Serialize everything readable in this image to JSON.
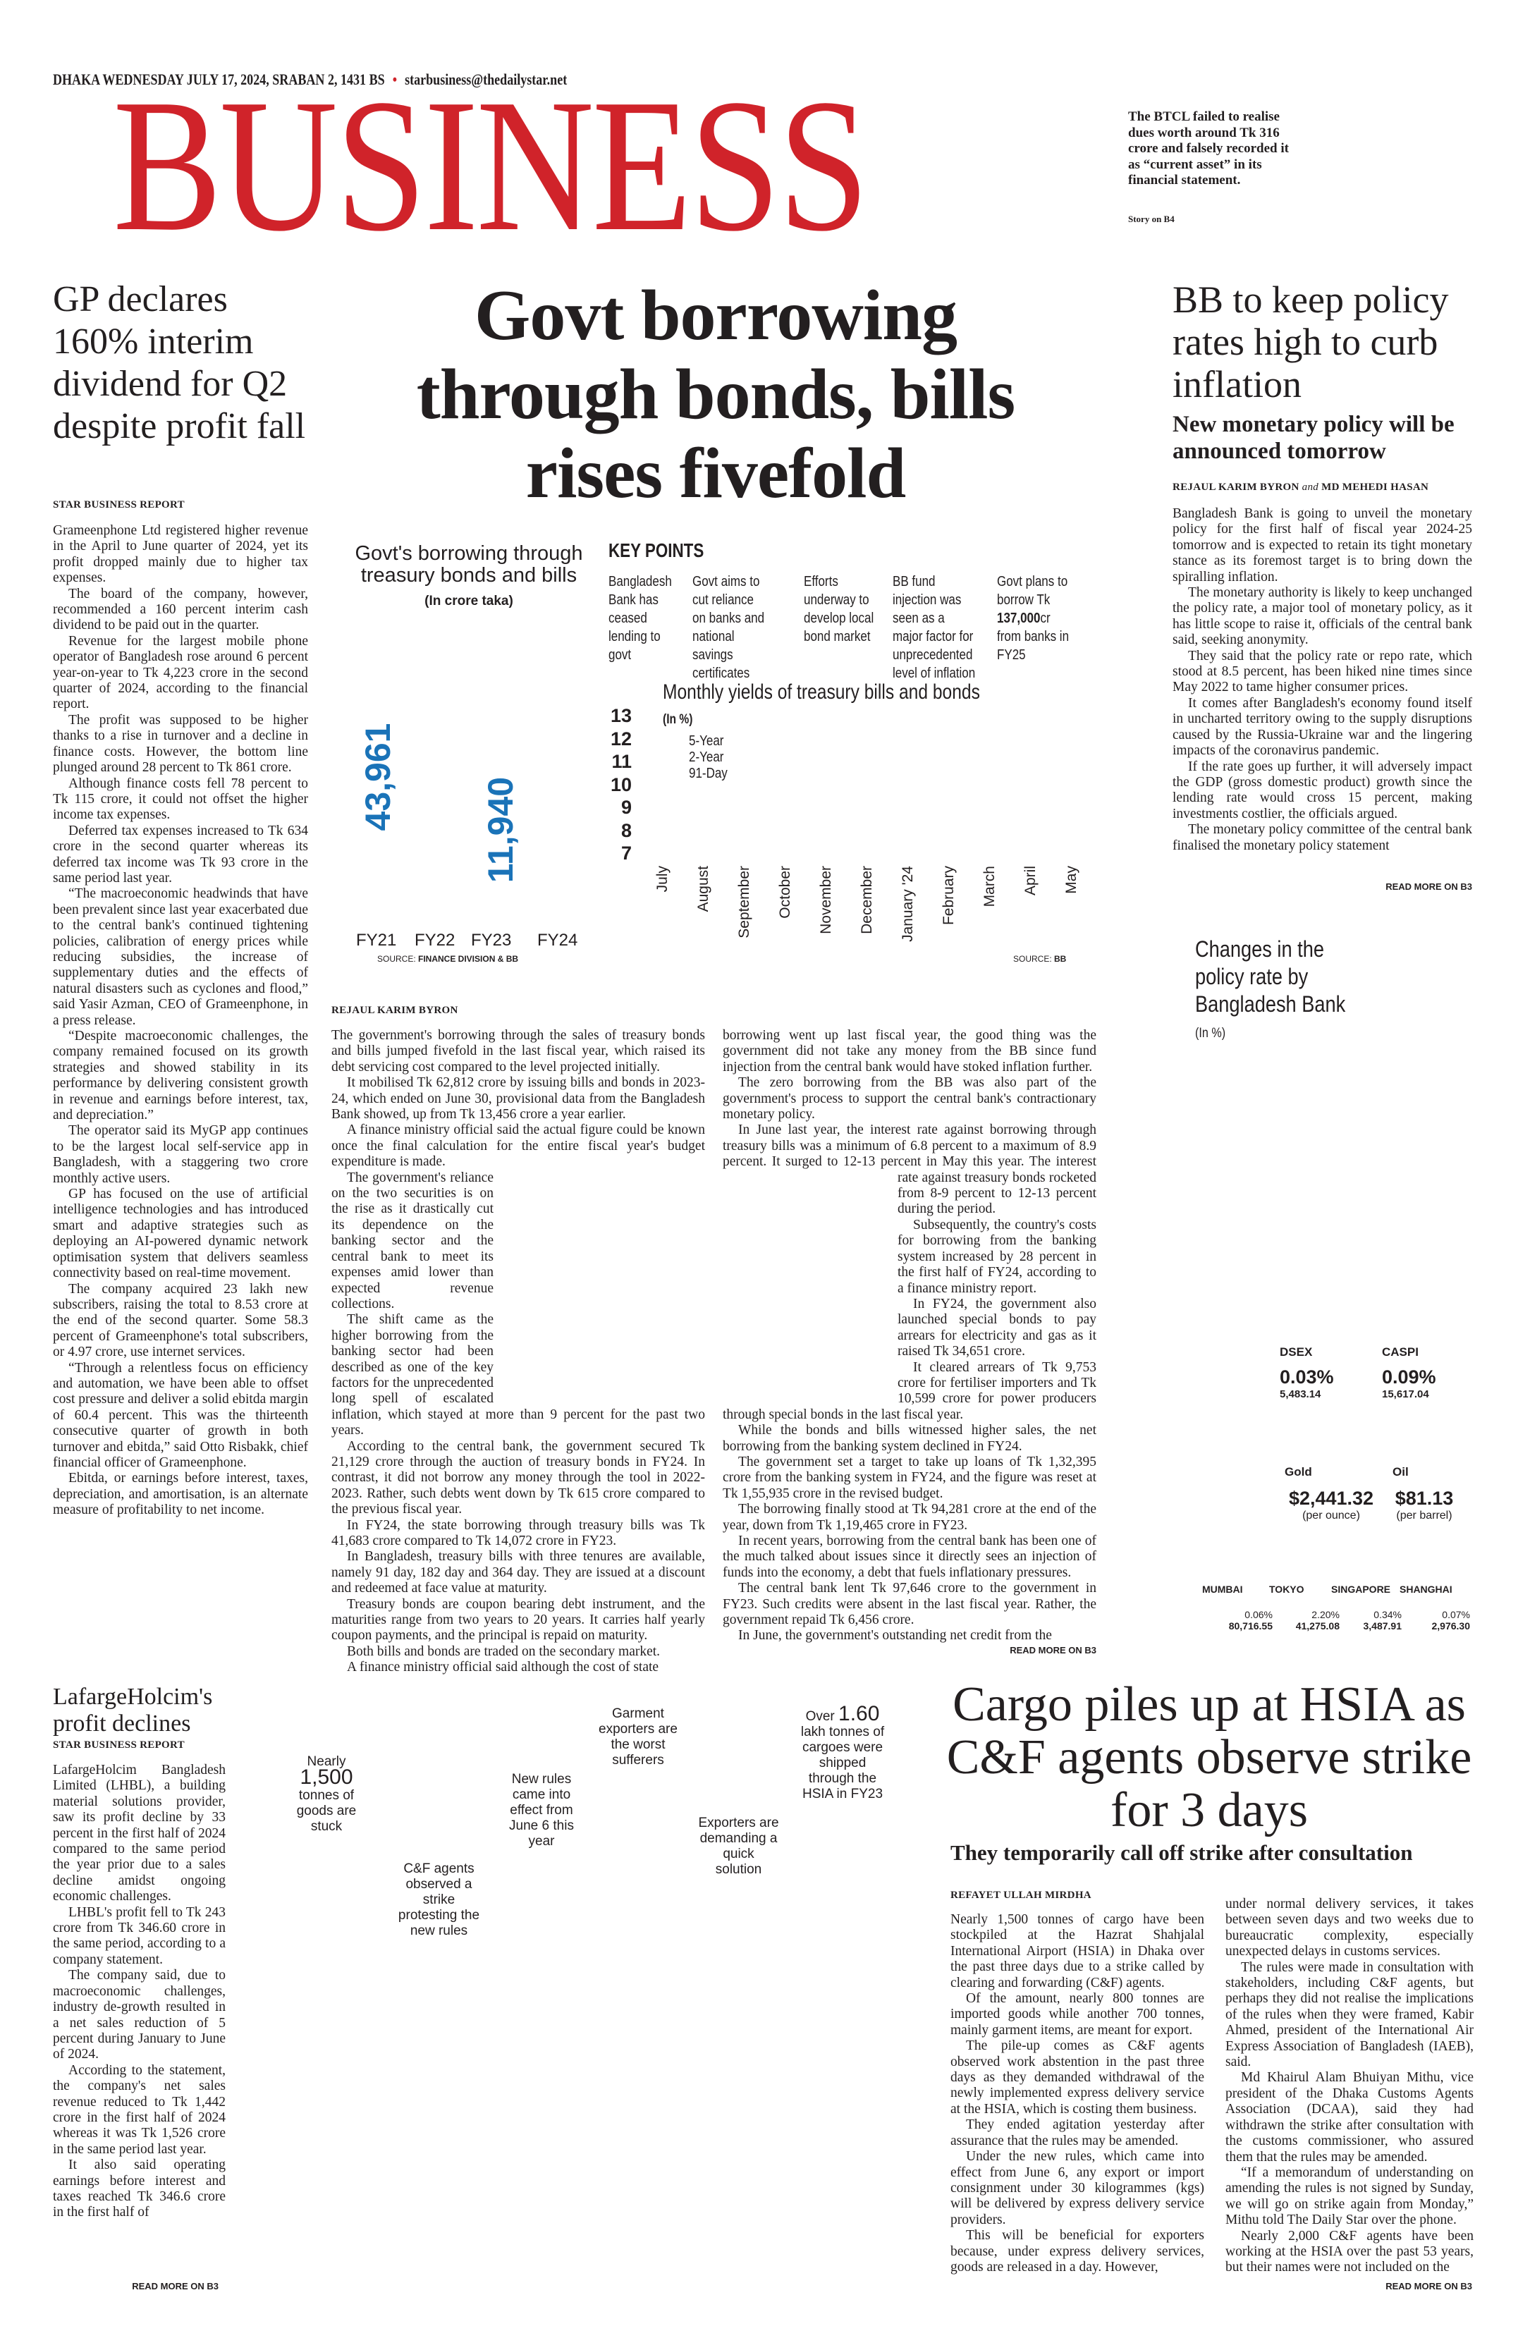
{
  "masthead": {
    "dateline": "DHAKA WEDNESDAY JULY 17, 2024, SRABAN 2, 1431 BS",
    "email": "starbusiness@thedailystar.net",
    "section": "BUSINESS",
    "teaser": "The BTCL failed to realise dues worth around Tk 316 crore and falsely recorded it as “current asset” in its financial statement.",
    "teaser_ref": "Story on B4",
    "brand_color": "#d0232a"
  },
  "gp": {
    "headline": "GP declares 160% interim dividend for Q2 despite profit fall",
    "byline": "STAR BUSINESS REPORT",
    "paragraphs": [
      "Grameenphone Ltd registered higher revenue in the April to June quarter of 2024, yet its profit dropped mainly due to higher tax expenses.",
      "The board of the company, however, recommended a 160 percent interim cash dividend to be paid out in the quarter.",
      "Revenue for the largest mobile phone operator of Bangladesh rose around 6 percent year-on-year to Tk 4,223 crore in the second quarter of 2024, according to the financial report.",
      "The profit was supposed to be higher thanks to a rise in turnover and a decline in finance costs. However, the bottom line plunged around 28 percent to Tk 861 crore.",
      "Although finance costs fell 78 percent to Tk 115 crore, it could not offset the higher income tax expenses.",
      "Deferred tax expenses increased to Tk 634 crore in the second quarter whereas its deferred tax income was Tk 93 crore in the same period last year.",
      "“The macroeconomic headwinds that have been prevalent since last year exacerbated due to the central bank's continued tightening policies, calibration of energy prices while reducing subsidies, the increase of supplementary duties and the effects of natural disasters such as cyclones and flood,” said Yasir Azman, CEO of Grameenphone, in a press release.",
      "“Despite macroeconomic challenges, the company remained focused on its growth strategies and showed stability in its performance by delivering consistent growth in revenue and earnings before interest, tax, and depreciation.”",
      "The operator said its MyGP app continues to be the largest local self-service app in Bangladesh, with a staggering two crore monthly active users.",
      "GP has focused on the use of artificial intelligence technologies and has introduced smart and adaptive strategies such as deploying an AI-powered dynamic network optimisation system that delivers seamless connectivity based on real-time movement.",
      "The company acquired 23 lakh new subscribers, raising the total to 8.53 crore at the end of the second quarter. Some 58.3 percent of Grameenphone's total subscribers, or 4.97 crore, use internet services.",
      "“Through a relentless focus on efficiency and automation, we have been able to offset cost pressure and deliver a solid ebitda margin of 60.4 percent. This was the thirteenth consecutive quarter of growth in both turnover and ebitda,” said Otto Risbakk, chief financial officer of Grameenphone.",
      "Ebitda, or earnings before interest, taxes, depreciation, and amortisation, is an alternate measure of profitability to net income."
    ]
  },
  "lead": {
    "headline_lines": [
      "Govt borrowing",
      "through bonds, bills",
      "rises fivefold"
    ],
    "byline": "REJAUL KARIM BYRON",
    "read_more": "READ MORE ON B3",
    "col1": [
      "The government's borrowing through the sales of treasury bonds and bills jumped fivefold in the last fiscal year, which raised its debt servicing cost compared to the level projected initially.",
      "It mobilised Tk 62,812 crore by issuing bills and bonds in 2023-24, which ended on June 30, provisional data from the Bangladesh Bank showed, up from Tk 13,456 crore a year earlier.",
      "A finance ministry official said the actual figure could be known once the final calculation for the entire fiscal year's budget expenditure is made.",
      "The government's reliance on the two securities is on the rise as it drastically cut its dependence on the banking sector and the central bank to meet its expenses amid lower than expected revenue collections.",
      "The shift came as the higher borrowing from the banking sector had been described as one of the key factors for the unprecedented long spell of escalated inflation, which stayed at more than 9 percent for the past two years.",
      "According to the central bank, the government secured Tk 21,129 crore through the auction of treasury bonds in FY24. In contrast, it did not borrow any money through the tool in 2022-2023. Rather, such debts went down by Tk 615 crore compared to the previous fiscal year.",
      "In FY24, the state borrowing through treasury bills was Tk 41,683 crore compared to Tk 14,072 crore in FY23.",
      "In Bangladesh, treasury bills with three tenures are available, namely 91 day, 182 day and 364 day. They are issued at a discount and redeemed at face value at maturity.",
      "Treasury bonds are coupon bearing debt instrument, and the maturities range from two years to 20 years. It carries half yearly coupon payments, and the principal is repaid on maturity.",
      "Both bills and bonds are traded on the secondary market.",
      "A finance ministry official said although the cost of state"
    ],
    "col2": [
      "borrowing went up last fiscal year, the good thing was the government did not take any money from the BB since fund injection from the central bank would have stoked inflation further.",
      "The zero borrowing from the BB was also part of the government's process to support the central bank's contractionary monetary policy.",
      "In June last year, the interest rate against borrowing through treasury bills was a minimum of 6.8 percent to a maximum of 8.9 percent. It surged to 12-13 percent in May this year. The interest rate against treasury bonds rocketed from 8-9 percent to 12-13 percent during the period.",
      "Subsequently, the country's costs for borrowing from the banking system increased by 28 percent in the first half of FY24, according to a finance ministry report.",
      "In FY24, the government also launched special bonds to pay arrears for electricity and gas as it raised Tk 34,651 crore.",
      "It cleared arrears of Tk 9,753 crore for fertiliser importers and Tk 10,599 crore for power producers through special bonds in the last fiscal year.",
      "While the bonds and bills witnessed higher sales, the net borrowing from the banking system declined in FY24.",
      "The government set a target to take up loans of Tk 1,32,395 crore from the banking system in FY24, and the figure was reset at Tk 1,55,935 crore in the revised budget.",
      "The borrowing finally stood at Tk 94,281 crore at the end of the year, down from Tk 1,19,465 crore in FY23.",
      "In recent years, borrowing from the central bank has been one of the much talked about issues since it directly sees an injection of funds into the economy, a debt that fuels inflationary pressures.",
      "The central bank lent Tk 97,646 crore to the government in FY23. Such credits were absent in the last fiscal year. Rather, the government repaid Tk 6,456 crore.",
      "In June, the government's outstanding net credit from the"
    ]
  },
  "key_points": {
    "title": "KEY POINTS",
    "items": [
      "Bangladesh Bank has ceased lending to govt",
      "Govt aims to cut reliance on banks and national savings certificates",
      "Efforts underway to develop local bond market",
      "BB fund injection was seen as a major factor for unprecedented level of inflation"
    ],
    "last_pre": "Govt plans to borrow Tk ",
    "last_bold": "137,000",
    "last_post": "cr from banks in FY25"
  },
  "chart_data": [
    {
      "type": "bar",
      "title": "Govt's borrowing through treasury bonds and bills",
      "subtitle": "(In crore taka)",
      "categories": [
        "FY21",
        "FY22",
        "FY23",
        "FY24"
      ],
      "values": [
        43961,
        null,
        11940,
        null
      ],
      "value_labels": [
        "43,961",
        "11,940"
      ],
      "source_label": "SOURCE: ",
      "source": "FINANCE DIVISION & BB",
      "bar_color": "#1a73b8"
    },
    {
      "type": "line",
      "title": "Monthly yields of treasury bills and bonds",
      "subtitle": "(In %)",
      "x": [
        "July",
        "August",
        "September",
        "October",
        "November",
        "December",
        "January '24",
        "February",
        "March",
        "April",
        "May"
      ],
      "yticks": [
        "13",
        "12",
        "11",
        "10",
        "9",
        "8",
        "7"
      ],
      "ylim": [
        7,
        13
      ],
      "series": [
        {
          "name": "5-Year",
          "values": []
        },
        {
          "name": "2-Year",
          "values": []
        },
        {
          "name": "91-Day",
          "values": []
        }
      ],
      "source_label": "SOURCE: ",
      "source": "BB"
    },
    {
      "type": "line",
      "title": "Changes in the policy rate by Bangladesh Bank",
      "subtitle": "(In %)"
    }
  ],
  "bb": {
    "headline": "BB to keep policy rates high to curb inflation",
    "subhead": "New monetary policy will be announced tomorrow",
    "byline_a": "REJAUL KARIM BYRON",
    "byline_and": "and",
    "byline_b": "MD MEHEDI HASAN",
    "read_more": "READ MORE ON B3",
    "paragraphs": [
      "Bangladesh Bank is going to unveil the monetary policy for the first half of fiscal year 2024-25 tomorrow and is expected to retain its tight monetary stance as its foremost target is to bring down the spiralling inflation.",
      "The monetary authority is likely to keep unchanged the policy rate, a major tool of monetary policy, as it has little scope to raise it, officials of the central bank said, seeking anonymity.",
      "They said that the policy rate or repo rate, which stood at 8.5 percent, has been hiked nine times since May 2022 to tame higher consumer prices.",
      "It comes after Bangladesh's economy found itself in uncharted territory owing to the supply disruptions caused by the Russia-Ukraine war and the lingering impacts of the coronavirus pandemic.",
      "If the rate goes up further, it will adversely impact the GDP (gross domestic product) growth since the lending rate would cross 15 percent, making investments costlier, the officials argued.",
      "The monetary policy committee of the central bank finalised the monetary policy statement"
    ]
  },
  "markets": {
    "dsex": {
      "label": "DSEX",
      "change": "0.03%",
      "value": "5,483.14"
    },
    "caspi": {
      "label": "CASPI",
      "change": "0.09%",
      "value": "15,617.04"
    },
    "gold": {
      "label": "Gold",
      "price": "$2,441.32",
      "unit": "(per ounce)"
    },
    "oil": {
      "label": "Oil",
      "price": "$81.13",
      "unit": "(per barrel)"
    },
    "asia": [
      {
        "label": "MUMBAI",
        "change": "0.06%",
        "value": "80,716.55"
      },
      {
        "label": "TOKYO",
        "change": "2.20%",
        "value": "41,275.08"
      },
      {
        "label": "SINGAPORE",
        "change": "0.34%",
        "value": "3,487.91"
      },
      {
        "label": "SHANGHAI",
        "change": "0.07%",
        "value": "2,976.30"
      }
    ]
  },
  "lafarge": {
    "headline": "LafargeHolcim's profit declines",
    "byline": "STAR BUSINESS REPORT",
    "read_more": "READ MORE ON B3",
    "paragraphs": [
      "LafargeHolcim Bangladesh Limited (LHBL), a building material solutions provider, saw its profit decline by 33 percent in the first half of 2024 compared to the same period the year prior due to a sales decline amidst ongoing economic challenges.",
      "LHBL's profit fell to Tk 243 crore from Tk 346.60 crore in the same period, according to a company statement.",
      "The company said, due to macroeconomic challenges, industry de-growth resulted in a net sales reduction of 5 percent during January to June of 2024.",
      "According to the statement, the company's net sales revenue reduced to Tk 1,442 crore in the first half of 2024 whereas it was Tk 1,526 crore in the same period last year.",
      "It also said operating earnings before interest and taxes reached Tk 346.6 crore in the first half of"
    ]
  },
  "callouts": {
    "c1_pre": "Nearly ",
    "c1_big": "1,500",
    "c1_post": " tonnes of goods are stuck",
    "c2": "C&F agents observed a strike protesting the new rules",
    "c3": "New rules came into effect from June 6 this year",
    "c4": "Garment exporters are the worst sufferers",
    "c5": "Exporters are demanding a quick solution",
    "c6_pre": "Over ",
    "c6_big": "1.60",
    "c6_post": " lakh tonnes of cargoes were shipped through the HSIA in FY23"
  },
  "cargo": {
    "headline": "Cargo piles up at HSIA as C&F agents observe strike for 3 days",
    "subhead": "They temporarily call off strike after consultation",
    "byline": "REFAYET ULLAH MIRDHA",
    "read_more": "READ MORE ON B3",
    "col1": [
      "Nearly 1,500 tonnes of cargo have been stockpiled at the Hazrat Shahjalal International Airport (HSIA) in Dhaka over the past three days due to a strike called by clearing and forwarding (C&F) agents.",
      "Of the amount, nearly 800 tonnes are imported goods while another 700 tonnes, mainly garment items, are meant for export.",
      "The pile-up comes as C&F agents observed work abstention in the past three days as they demanded withdrawal of the newly implemented express delivery service at the HSIA, which is costing them business.",
      "They ended agitation yesterday after assurance that the rules may be amended.",
      "Under the new rules, which came into effect from June 6, any export or import consignment under 30 kilogrammes (kgs) will be delivered by express delivery service providers.",
      "This will be beneficial for exporters because, under express delivery services, goods are released in a day. However,"
    ],
    "col2": [
      "under normal delivery services, it takes between seven days and two weeks due to bureaucratic complexity, especially unexpected delays in customs services.",
      "The rules were made in consultation with stakeholders, including C&F agents, but perhaps they did not realise the implications of the rules when they were framed, Kabir Ahmed, president of the International Air Express Association of Bangladesh (IAEB), said.",
      "Md Khairul Alam Bhuiyan Mithu, vice president of the Dhaka Customs Agents Association (DCAA), said they had withdrawn the strike after consultation with the customs commissioner, who assured them that the rules may be amended.",
      "“If a memorandum of understanding on amending the rules is not signed by Sunday, we will go on strike again from Monday,” Mithu told The Daily Star over the phone.",
      "Nearly 2,000 C&F agents have been working at the HSIA over the past 53 years, but their names were not included on the"
    ]
  }
}
